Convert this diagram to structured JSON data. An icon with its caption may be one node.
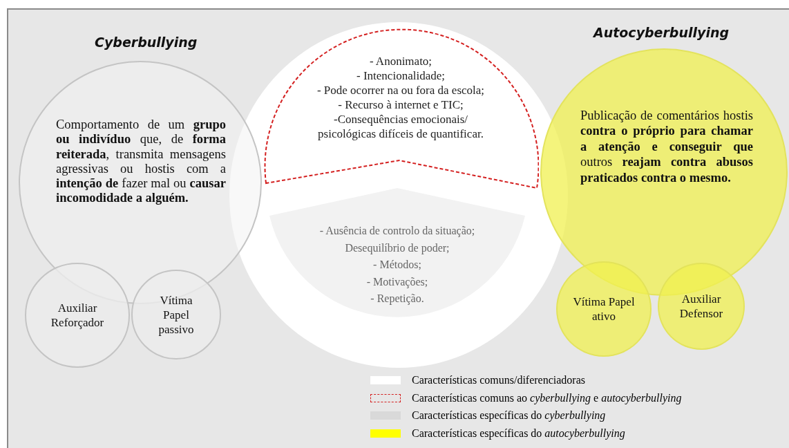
{
  "diagram": {
    "nodes": [
      {
        "text": [
          "Cyberbullying",
          "Comportamento de um **grupo ou indivíduo** que, de **forma reiterada**, transmita mensagens agressivas ou hostis com a **intenção de** fazer mal ou **causar incomodidade a alguém.**"
        ]
      },
      {
        "text": [
          "Auxiliar Reforçador"
        ]
      },
      {
        "text": [
          "Vítima Papel passivo"
        ]
      },
      {
        "text": [],
        "shape": "circle"
      },
      {
        "text": [
          "- Anonimato;",
          "- Intencionalidade;",
          "- Pode ocorrer na ou fora da escola;",
          "- Recurso à internet e TIC;",
          "-Consequências emocionais/ psicológicas difíceis de quantificar."
        ],
        "in": 3
      },
      {
        "text": [
          "- Ausência de controlo da situação;",
          "Desequilíbrio de poder;",
          "- Métodos;",
          "- Motivações;",
          "- Repetição."
        ],
        "in": 3
      },
      {
        "text": [
          "Autocyberbullying",
          "Publicação de comentários hostis **contra o próprio para chamar a atenção e conseguir que** outros **reajam contra abusos praticados contra o mesmo.**"
        ]
      },
      {
        "text": [
          "Vítima Papel ativo"
        ]
      },
      {
        "text": [
          "Auxiliar Defensor"
        ]
      }
    ],
    "legend": [
      {
        "text": "Características comuns/diferenciadoras",
        "color": "#ffffff"
      },
      {
        "text": "Características comuns ao *cyberbullying* e *autocyberbullying*"
      },
      {
        "text": "Características específicas do *cyberbullying*",
        "color": "#d9d9d9"
      },
      {
        "text": "Características específicas do *autocyberbullying*",
        "color": "#ffff00"
      }
    ]
  }
}
